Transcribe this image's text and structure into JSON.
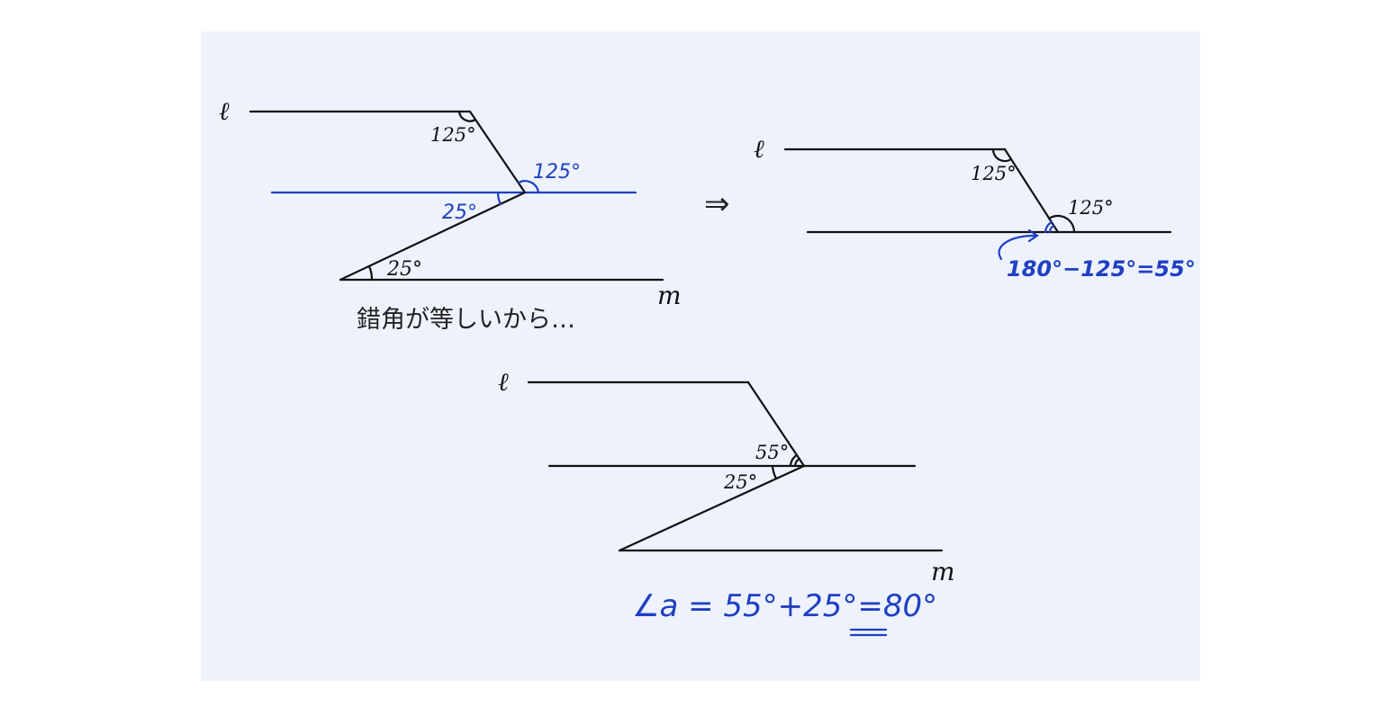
{
  "diagrams": {
    "d1": {
      "line_l": "ℓ",
      "line_m": "m",
      "angle_top": "125°",
      "angle_blue_top": "125°",
      "angle_blue_bottom": "25°",
      "angle_bottom": "25°",
      "caption": "錯角が等しいから…"
    },
    "arrow": "⇒",
    "d2": {
      "line_l": "ℓ",
      "angle_top": "125°",
      "angle_right": "125°",
      "formula": "180°−125°=55°"
    },
    "d3": {
      "line_l": "ℓ",
      "line_m": "m",
      "angle_upper": "55°",
      "angle_lower": "25°",
      "answer": "∠a = 55°+25°=80°"
    }
  },
  "colors": {
    "sheet": "#edf2fc",
    "ink": "#111111",
    "blue": "#1f3fc4"
  }
}
